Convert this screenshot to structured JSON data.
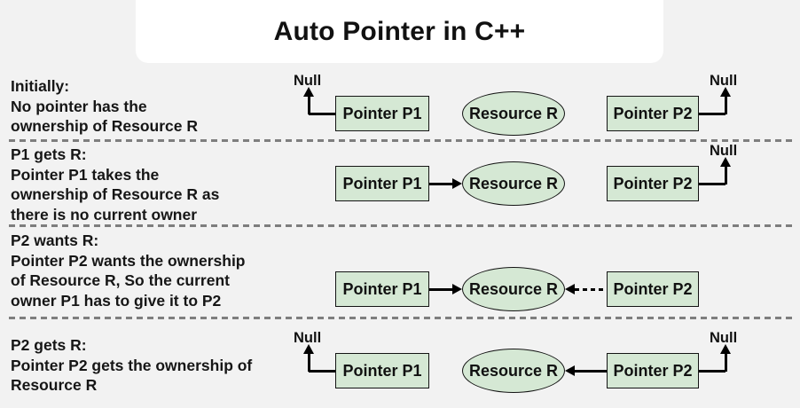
{
  "title": {
    "text": "Auto Pointer in C++"
  },
  "colors": {
    "background": "#f2f2f2",
    "title_background": "#ffffff",
    "node_fill": "#d5e8d4",
    "node_border": "#141414",
    "arrow": "#000000",
    "separator": "#7e7e7e",
    "text": "#161616"
  },
  "labels": {
    "p1": "Pointer P1",
    "resource": "Resource R",
    "p2": "Pointer P2",
    "null_label": "Null"
  },
  "rows": [
    {
      "name": "initially",
      "lines": [
        "Initially:",
        "No pointer has the",
        "ownership of Resource R"
      ]
    },
    {
      "name": "p1-gets-r",
      "lines": [
        "P1 gets R:",
        "Pointer P1 takes the",
        "ownership of Resource R as",
        "there is no current owner"
      ]
    },
    {
      "name": "p2-wants-r",
      "lines": [
        "P2 wants R:",
        "Pointer P2 wants the ownership",
        "of Resource R, So the current",
        "owner P1 has to give it to P2"
      ]
    },
    {
      "name": "p2-gets-r",
      "lines": [
        "P2 gets R:",
        "Pointer P2 gets the ownership of",
        "Resource R"
      ]
    }
  ]
}
